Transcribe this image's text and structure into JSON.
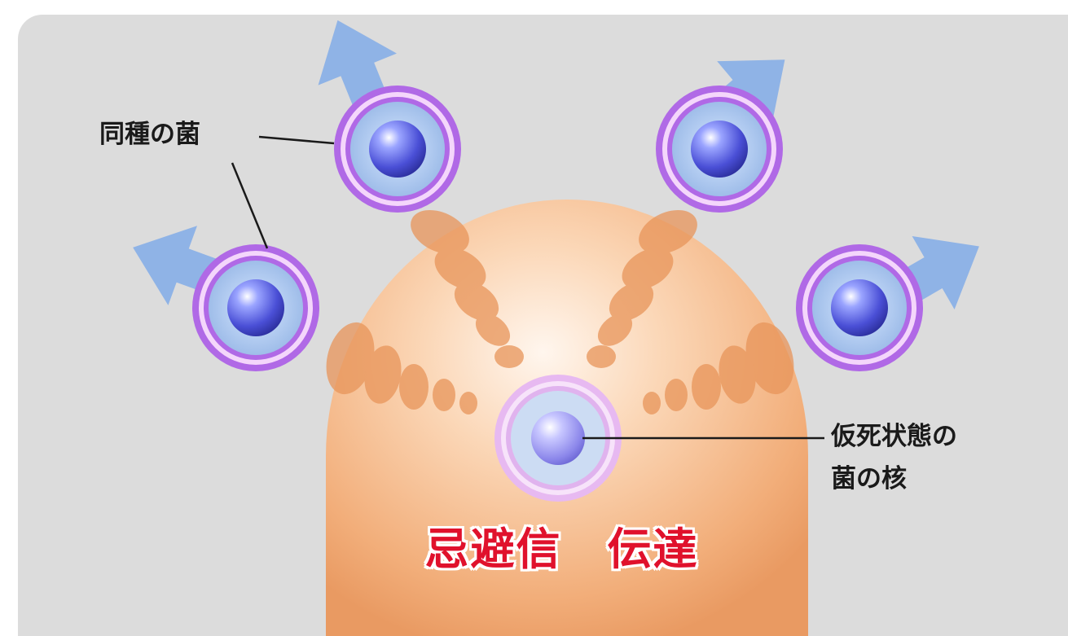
{
  "labels": {
    "bacteria": "同種の菌",
    "dormant_line1": "仮死状態の",
    "dormant_line2": "菌の核",
    "signal": "忌避信　伝達"
  },
  "icons": {
    "bacterium": "bacterium-icon",
    "arrow": "arrow-icon",
    "cell": "cell-sphere"
  },
  "colors": {
    "background_panel": "#dcdcdc",
    "sphere": "#f4b888",
    "sphere_spots": "#e8955a",
    "bacterium_ring": "#b069e6",
    "bacterium_core": "#4a4fd6",
    "arrows": "#8fb3e6",
    "signal_text": "#e0112c"
  }
}
